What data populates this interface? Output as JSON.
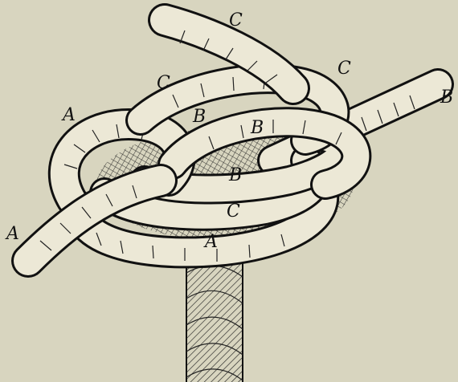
{
  "figure": {
    "background": "#d8d5bf",
    "ink": "#111111",
    "labels": [
      {
        "id": "a-top",
        "text": "A"
      },
      {
        "id": "a-left",
        "text": "A"
      },
      {
        "id": "a-bottom",
        "text": "A"
      },
      {
        "id": "b-top",
        "text": "B"
      },
      {
        "id": "b-mid",
        "text": "B"
      },
      {
        "id": "b-inner",
        "text": "B"
      },
      {
        "id": "b-right",
        "text": "B"
      },
      {
        "id": "c-top",
        "text": "C"
      },
      {
        "id": "c-upper-left",
        "text": "C"
      },
      {
        "id": "c-upper-right",
        "text": "C"
      },
      {
        "id": "c-inner",
        "text": "C"
      }
    ]
  }
}
